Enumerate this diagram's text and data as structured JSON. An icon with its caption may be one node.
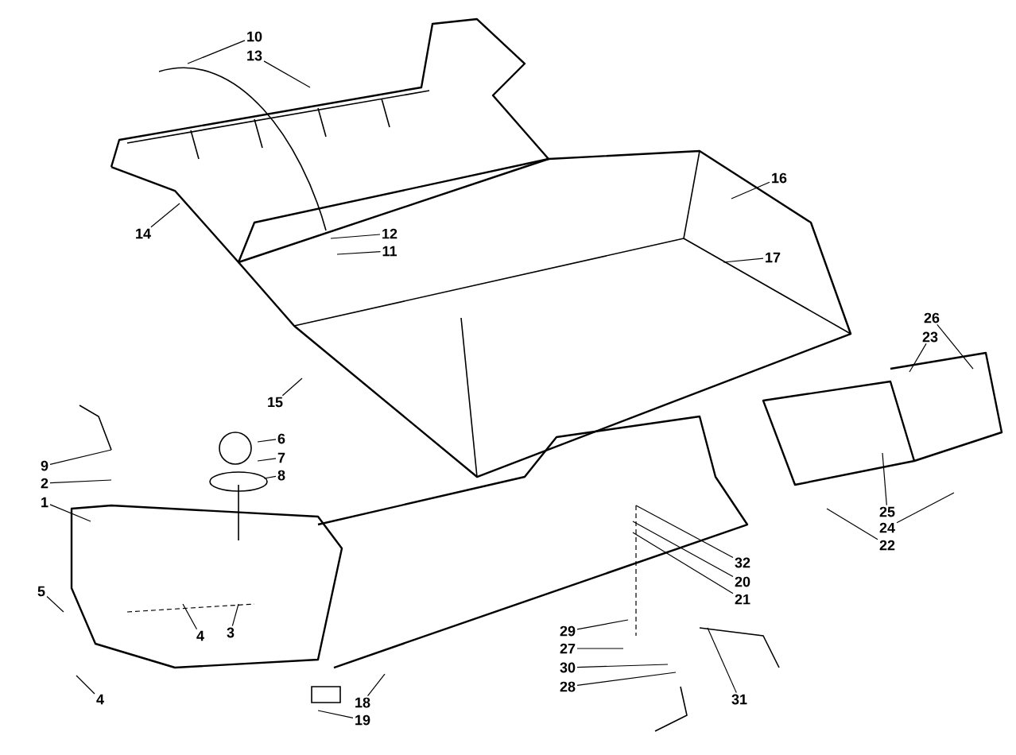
{
  "diagram": {
    "nodes": [
      {
        "text": [
          "10"
        ]
      },
      {
        "text": [
          "13"
        ]
      },
      {
        "text": [
          "16"
        ]
      },
      {
        "text": [
          "14"
        ]
      },
      {
        "text": [
          "12"
        ]
      },
      {
        "text": [
          "11"
        ]
      },
      {
        "text": [
          "17"
        ]
      },
      {
        "text": [
          "26"
        ]
      },
      {
        "text": [
          "23"
        ]
      },
      {
        "text": [
          "15"
        ]
      },
      {
        "text": [
          "6"
        ]
      },
      {
        "text": [
          "7"
        ]
      },
      {
        "text": [
          "8"
        ]
      },
      {
        "text": [
          "9"
        ]
      },
      {
        "text": [
          "2"
        ]
      },
      {
        "text": [
          "1"
        ]
      },
      {
        "text": [
          "25"
        ]
      },
      {
        "text": [
          "24"
        ]
      },
      {
        "text": [
          "22"
        ]
      },
      {
        "text": [
          "32"
        ]
      },
      {
        "text": [
          "20"
        ]
      },
      {
        "text": [
          "21"
        ]
      },
      {
        "text": [
          "5"
        ]
      },
      {
        "text": [
          "4"
        ]
      },
      {
        "text": [
          "3"
        ]
      },
      {
        "text": [
          "29"
        ]
      },
      {
        "text": [
          "27"
        ]
      },
      {
        "text": [
          "30"
        ]
      },
      {
        "text": [
          "28"
        ]
      },
      {
        "text": [
          "4"
        ]
      },
      {
        "text": [
          "31"
        ]
      },
      {
        "text": [
          "18"
        ]
      },
      {
        "text": [
          "19"
        ]
      }
    ],
    "edges": [
      {
        "from": 0,
        "to": null,
        "arrow": "none"
      },
      {
        "from": 1,
        "to": null,
        "arrow": "none"
      },
      {
        "from": 2,
        "to": null,
        "arrow": "none"
      },
      {
        "from": 3,
        "to": null,
        "arrow": "none"
      },
      {
        "from": 4,
        "to": null,
        "arrow": "none"
      },
      {
        "from": 5,
        "to": null,
        "arrow": "none"
      },
      {
        "from": 6,
        "to": null,
        "arrow": "none"
      },
      {
        "from": 7,
        "to": null,
        "arrow": "none"
      },
      {
        "from": 8,
        "to": null,
        "arrow": "none"
      },
      {
        "from": 9,
        "to": null,
        "arrow": "none"
      },
      {
        "from": 10,
        "to": null,
        "arrow": "none"
      },
      {
        "from": 11,
        "to": null,
        "arrow": "none"
      },
      {
        "from": 12,
        "to": null,
        "arrow": "none"
      },
      {
        "from": 13,
        "to": null,
        "arrow": "none"
      },
      {
        "from": 14,
        "to": null,
        "arrow": "none"
      },
      {
        "from": 15,
        "to": null,
        "arrow": "none"
      },
      {
        "from": 16,
        "to": null,
        "arrow": "none"
      },
      {
        "from": 17,
        "to": null,
        "arrow": "none"
      },
      {
        "from": 18,
        "to": null,
        "arrow": "none"
      },
      {
        "from": 19,
        "to": null,
        "arrow": "none"
      },
      {
        "from": 20,
        "to": null,
        "arrow": "none"
      },
      {
        "from": 21,
        "to": null,
        "arrow": "none"
      },
      {
        "from": 22,
        "to": null,
        "arrow": "none"
      },
      {
        "from": 23,
        "to": null,
        "arrow": "none"
      },
      {
        "from": 24,
        "to": null,
        "arrow": "none"
      },
      {
        "from": 25,
        "to": null,
        "arrow": "none"
      },
      {
        "from": 26,
        "to": null,
        "arrow": "none"
      },
      {
        "from": 27,
        "to": null,
        "arrow": "none"
      },
      {
        "from": 28,
        "to": null,
        "arrow": "none"
      },
      {
        "from": 29,
        "to": null,
        "arrow": "none"
      },
      {
        "from": 30,
        "to": null,
        "arrow": "none"
      },
      {
        "from": 31,
        "to": null,
        "arrow": "none"
      },
      {
        "from": 32,
        "to": null,
        "arrow": "none"
      }
    ]
  }
}
